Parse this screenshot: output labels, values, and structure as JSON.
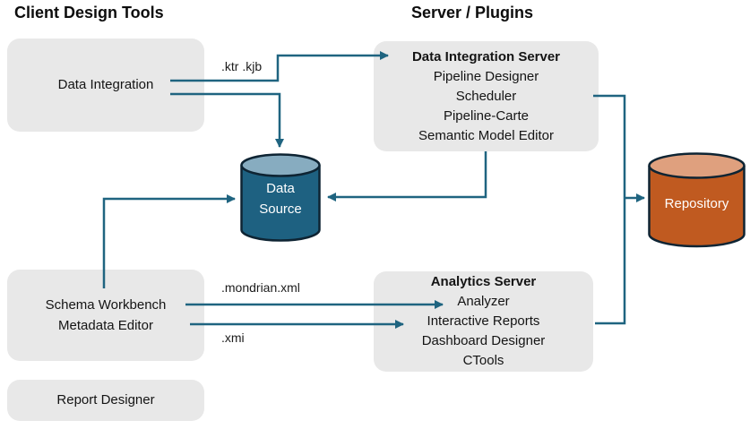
{
  "headings": {
    "client": "Client Design Tools",
    "server": "Server / Plugins"
  },
  "client_boxes": {
    "data_integration": {
      "label": "Data Integration"
    },
    "schema_workbench": {
      "line1": "Schema Workbench",
      "line2": "Metadata Editor"
    },
    "report_designer": {
      "label": "Report Designer"
    }
  },
  "server_boxes": {
    "data_integration_server": {
      "title": "Data Integration Server",
      "items": [
        "Pipeline Designer",
        "Scheduler",
        "Pipeline-Carte",
        "Semantic Model Editor"
      ]
    },
    "analytics_server": {
      "title": "Analytics Server",
      "items": [
        "Analyzer",
        "Interactive Reports",
        "Dashboard Designer",
        "CTools"
      ]
    }
  },
  "databases": {
    "data_source": {
      "line1": "Data",
      "line2": "Source",
      "body_color": "#1e6181",
      "top_color": "#87acc0"
    },
    "repository": {
      "label": "Repository",
      "body_color": "#c05a20",
      "top_color": "#dfa07e"
    }
  },
  "edge_labels": {
    "ktr_kjb": ".ktr .kjb",
    "mondrian_xml": ".mondrian.xml",
    "xmi": ".xmi"
  },
  "colors": {
    "connector": "#1f6480",
    "box_fill": "#e8e8e8",
    "db_outline": "#0e2433",
    "text": "#111111"
  }
}
